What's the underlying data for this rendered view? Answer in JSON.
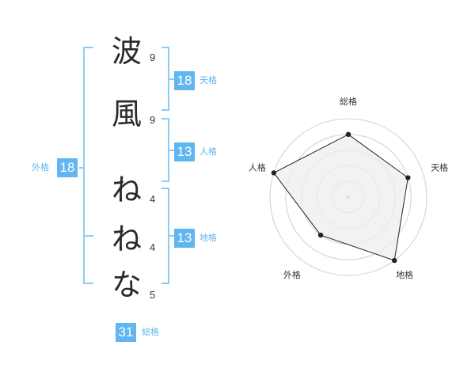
{
  "name": {
    "chars": [
      {
        "char": "波",
        "strokes": "9"
      },
      {
        "char": "風",
        "strokes": "9"
      },
      {
        "char": "ね",
        "strokes": "4"
      },
      {
        "char": "ね",
        "strokes": "4"
      },
      {
        "char": "な",
        "strokes": "5"
      }
    ]
  },
  "fortune": {
    "tenkaku": {
      "value": "18",
      "label": "天格"
    },
    "jinkaku": {
      "value": "13",
      "label": "人格"
    },
    "chikaku": {
      "value": "13",
      "label": "地格"
    },
    "gaikaku": {
      "value": "18",
      "label": "外格"
    },
    "soukaku": {
      "value": "31",
      "label": "総格"
    }
  },
  "colors": {
    "accent": "#5fb6f0",
    "bracket": "#8ccdf5",
    "grid": "#d0d0d0",
    "radar_fill": "#eeeeee",
    "radar_line": "#222222"
  },
  "chart_data": {
    "type": "radar",
    "axes": [
      "総格",
      "天格",
      "地格",
      "外格",
      "人格"
    ],
    "scale_max": 5,
    "rings": 5,
    "values": [
      4,
      4,
      5,
      3,
      5
    ]
  }
}
